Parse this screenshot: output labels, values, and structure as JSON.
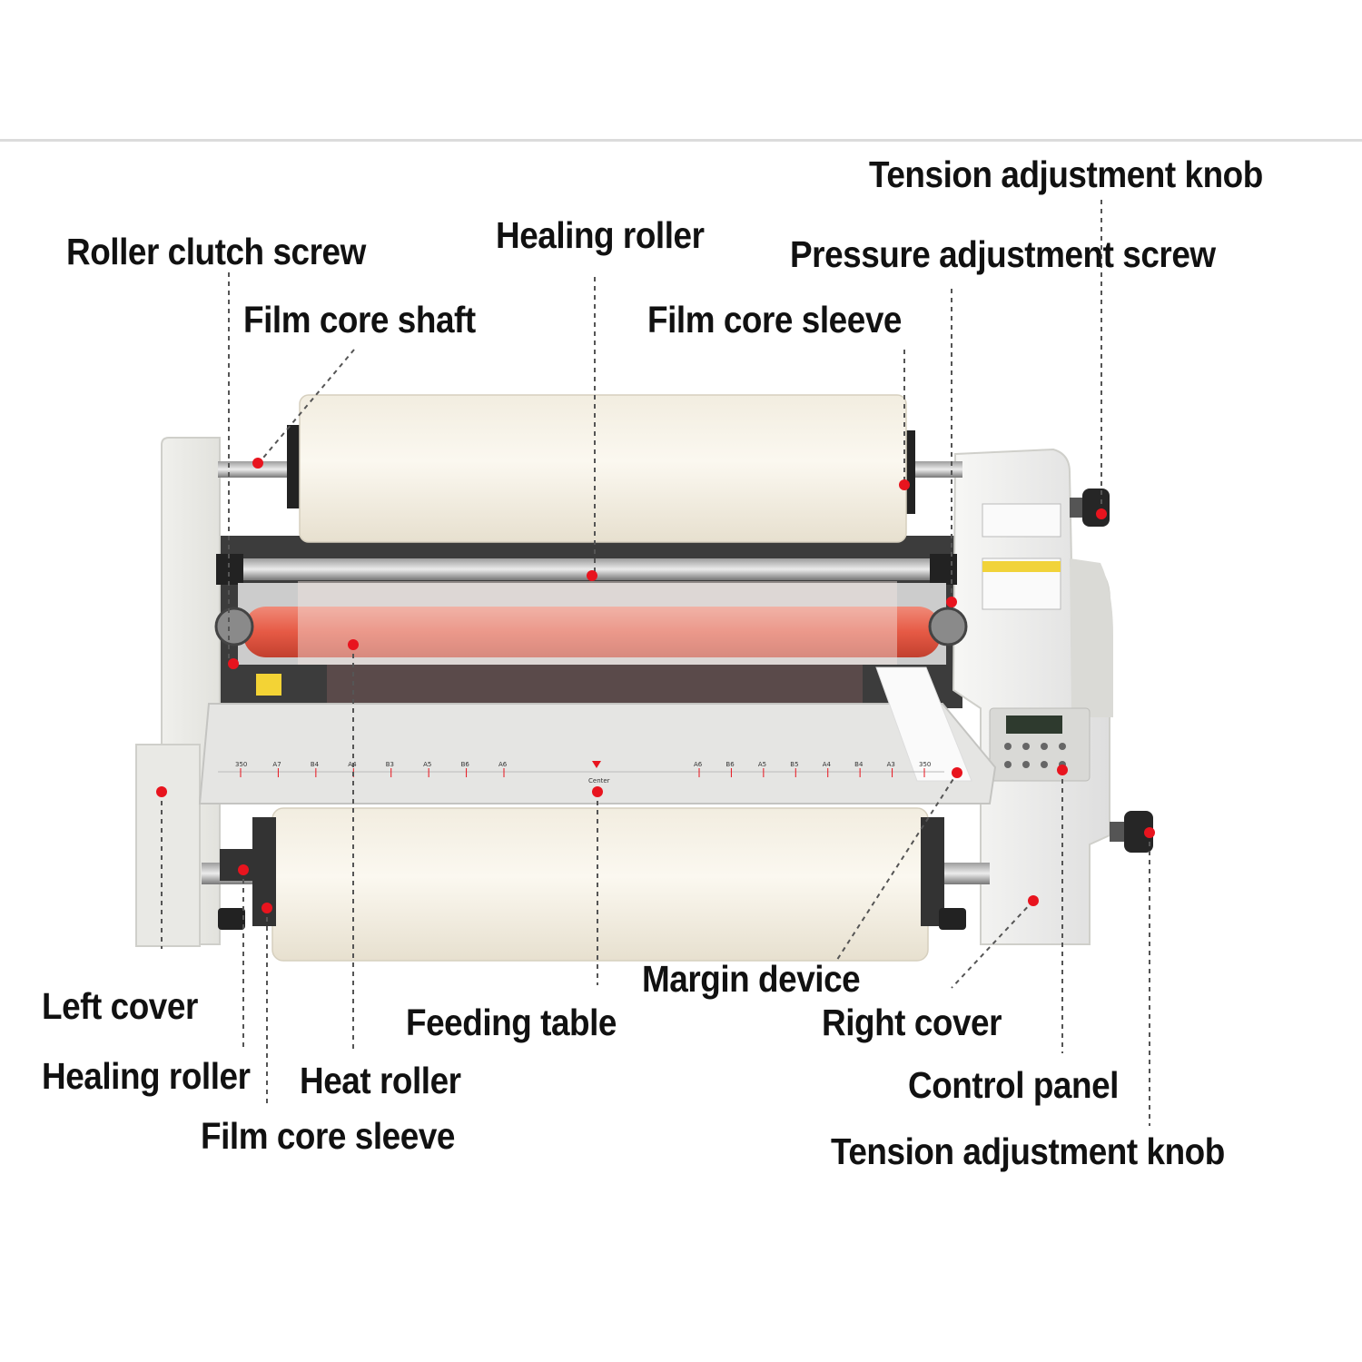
{
  "labels": {
    "tension_knob_top": "Tension adjustment knob",
    "healing_roller_top": "Healing roller",
    "roller_clutch_screw": "Roller clutch screw",
    "pressure_adjustment_screw": "Pressure adjustment screw",
    "film_core_shaft": "Film core shaft",
    "film_core_sleeve_top": "Film core sleeve",
    "margin_device": "Margin device",
    "left_cover": "Left cover",
    "feeding_table": "Feeding table",
    "right_cover": "Right cover",
    "healing_roller_bottom": "Healing roller",
    "heat_roller": "Heat roller",
    "control_panel": "Control panel",
    "film_core_sleeve_bottom": "Film core sleeve",
    "tension_knob_bottom": "Tension adjustment knob"
  },
  "machine": {
    "ruler_left": [
      "350",
      "A7",
      "B4",
      "A4",
      "B3",
      "A5",
      "B6",
      "A6"
    ],
    "ruler_center": "Center",
    "ruler_right": [
      "A6",
      "B6",
      "A5",
      "B5",
      "A4",
      "B4",
      "A3",
      "350"
    ]
  },
  "colors": {
    "marker": "#e8141e",
    "heat_roller": "#e9574a",
    "body": "#ecece8",
    "film": "#f6f2e6"
  }
}
